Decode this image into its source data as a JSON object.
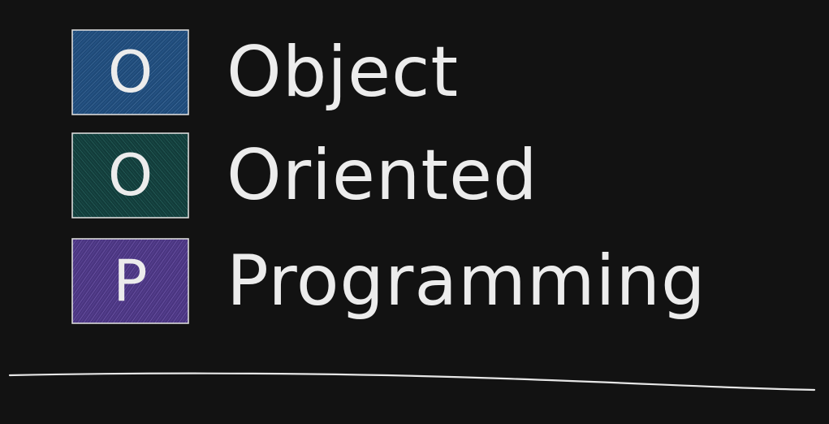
{
  "rows": [
    {
      "letter": "O",
      "word": "Object",
      "fill": "#1f4a78",
      "hatch": "#4b77a6"
    },
    {
      "letter": "O",
      "word": "Oriented",
      "fill": "#123c3a",
      "hatch": "#2f6e69"
    },
    {
      "letter": "P",
      "word": "Programming",
      "fill": "#4a3580",
      "hatch": "#7c63b8"
    }
  ],
  "colors": {
    "background": "#121212",
    "ink": "#ececec"
  }
}
